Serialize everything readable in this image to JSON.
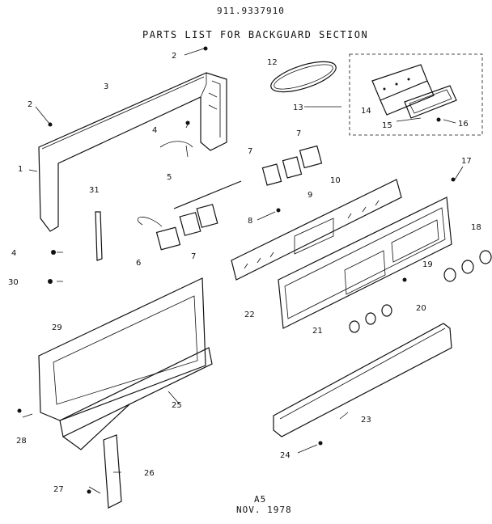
{
  "header": {
    "model_number": "911.9337910",
    "title": "PARTS LIST FOR BACKGUARD SECTION"
  },
  "footer": {
    "page_code": "A5",
    "date": "NOV. 1978"
  },
  "callouts": [
    "1",
    "2",
    "2",
    "3",
    "4",
    "4",
    "5",
    "6",
    "7",
    "7",
    "7",
    "8",
    "9",
    "10",
    "12",
    "13",
    "14",
    "15",
    "16",
    "17",
    "18",
    "19",
    "20",
    "21",
    "22",
    "23",
    "24",
    "25",
    "26",
    "27",
    "28",
    "29",
    "30",
    "31"
  ]
}
